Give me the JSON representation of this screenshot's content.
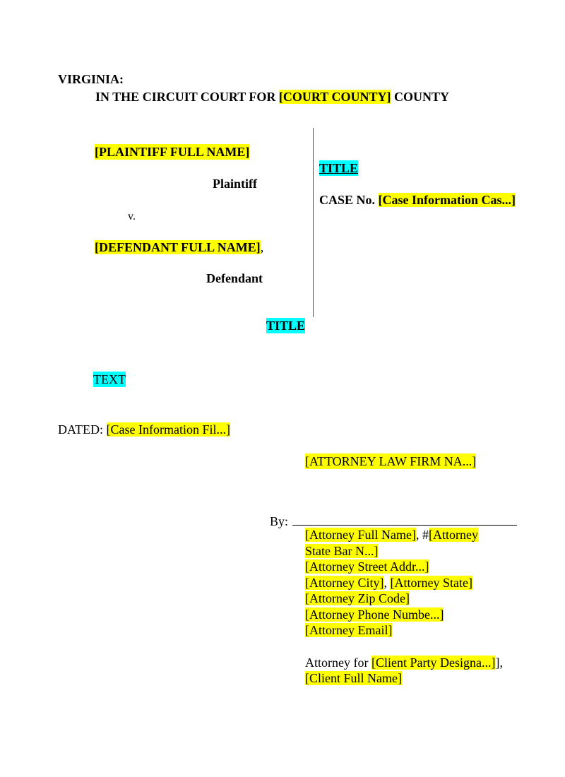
{
  "heading": {
    "state": "VIRGINIA:",
    "court_prefix": "IN THE CIRCUIT COURT FOR",
    "court_county": "[COURT COUNTY]",
    "court_suffix": "COUNTY"
  },
  "caption": {
    "plaintiff_name": "[PLAINTIFF FULL NAME]",
    "plaintiff_label": "Plaintiff",
    "versus": "v.",
    "defendant_name": "[DEFENDANT FULL NAME]",
    "defendant_comma": ",",
    "defendant_label": "Defendant",
    "right_title": "TITLE",
    "case_label": "CASE No.",
    "case_number": "[Case Information Cas...]"
  },
  "document_title": "TITLE",
  "body_text": "TEXT",
  "dated": {
    "label": "DATED:",
    "value": "[Case Information Fil...]"
  },
  "law_firm": "[ATTORNEY LAW FIRM NA...]",
  "signature": {
    "by_label": "By:",
    "attorney_name": "[Attorney Full Name]",
    "bar_sep": ", #",
    "bar_number_part1": "[Attorney",
    "bar_number_part2": "State Bar N...]",
    "street": "[Attorney Street Addr...]",
    "city": "[Attorney City]",
    "city_state_sep": ", ",
    "state": "[Attorney State]",
    "zip": "[Attorney Zip Code]",
    "phone": "[Attorney Phone Numbe...]",
    "email": "[Attorney Email]",
    "attorney_for_label": "Attorney for",
    "client_designation": "[Client Party Designa...]",
    "designation_sep": "],",
    "client_name": "[Client Full Name]"
  },
  "colors": {
    "highlight_yellow": "#ffff00",
    "highlight_cyan": "#00ffff"
  }
}
